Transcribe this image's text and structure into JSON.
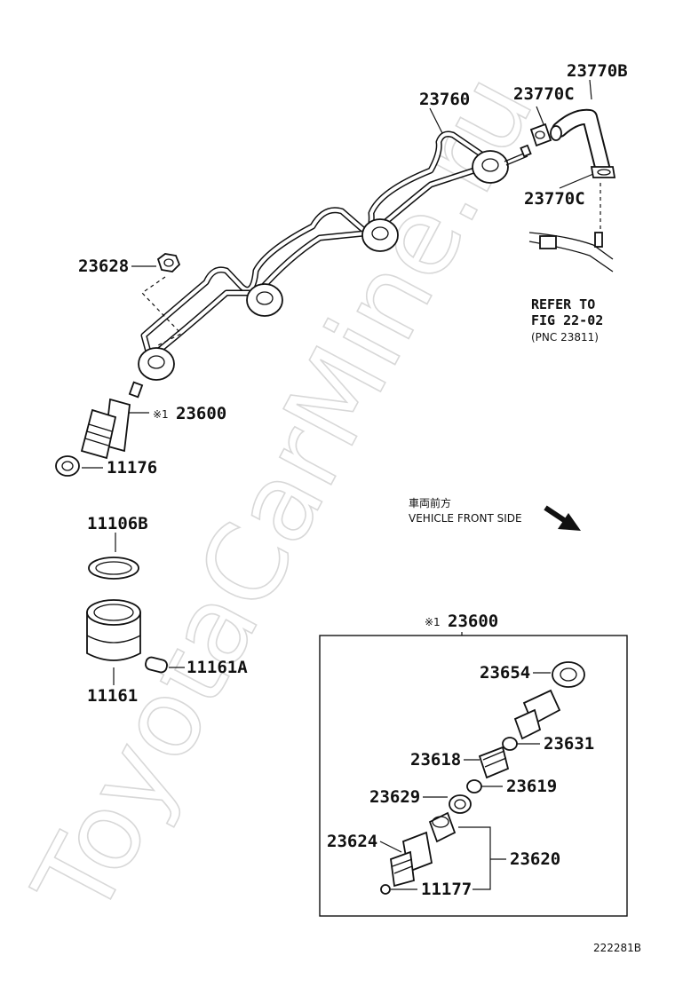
{
  "watermark": "ToyotaCarMine.ru",
  "parts": {
    "p23770B": "23770B",
    "p23770C_top": "23770C",
    "p23760": "23760",
    "p23770C_mid": "23770C",
    "p23628": "23628",
    "p23600_main": "23600",
    "p11176": "11176",
    "p11106B": "11106B",
    "p11161": "11161",
    "p11161A": "11161A",
    "p23600_box": "23600",
    "p23654": "23654",
    "p23631": "23631",
    "p23618": "23618",
    "p23619": "23619",
    "p23629": "23629",
    "p23624": "23624",
    "p23620": "23620",
    "p11177": "11177"
  },
  "refer": {
    "line1": "REFER TO",
    "line2": "FIG 22-02",
    "line3": "(PNC 23811)"
  },
  "direction": {
    "japanese": "車両前方",
    "english": "VEHICLE FRONT SIDE"
  },
  "marks": {
    "main": "※1",
    "box": "※1"
  },
  "figure_number": "222281B"
}
